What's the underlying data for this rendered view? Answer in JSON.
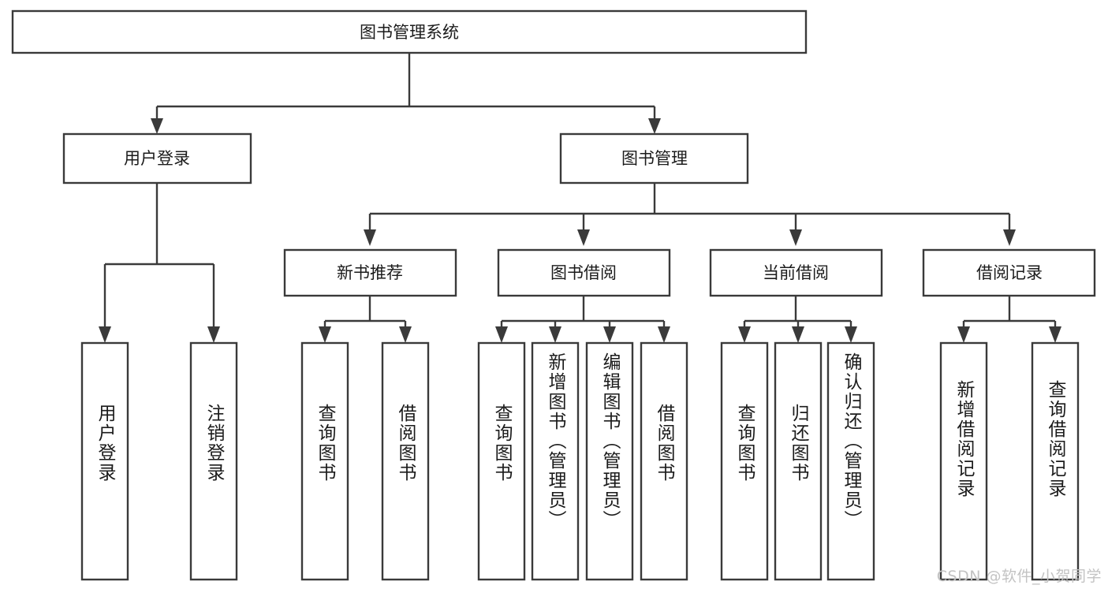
{
  "diagram": {
    "type": "tree-hierarchy",
    "title": "图书管理系统",
    "watermark": "CSDN @软件_小贺同学",
    "colors": {
      "stroke": "#3a3a3a",
      "fill": "#ffffff",
      "text": "#1b1b1b",
      "watermark": "#c3c3c3",
      "background": "#ffffff"
    },
    "levels": {
      "root": {
        "label": "图书管理系统"
      },
      "level2": [
        {
          "label": "用户登录"
        },
        {
          "label": "图书管理"
        }
      ],
      "level3": [
        {
          "label": "新书推荐"
        },
        {
          "label": "图书借阅"
        },
        {
          "label": "当前借阅"
        },
        {
          "label": "借阅记录"
        }
      ],
      "leaves": [
        {
          "label": "用户登录",
          "parent": "用户登录"
        },
        {
          "label": "注销登录",
          "parent": "用户登录"
        },
        {
          "label": "查询图书",
          "parent": "新书推荐"
        },
        {
          "label": "借阅图书",
          "parent": "新书推荐"
        },
        {
          "label": "查询图书",
          "parent": "图书借阅"
        },
        {
          "label": "新增图书（管理员）",
          "parent": "图书借阅"
        },
        {
          "label": "编辑图书（管理员）",
          "parent": "图书借阅"
        },
        {
          "label": "借阅图书",
          "parent": "图书借阅"
        },
        {
          "label": "查询图书",
          "parent": "当前借阅"
        },
        {
          "label": "归还图书",
          "parent": "当前借阅"
        },
        {
          "label": "确认归还（管理员）",
          "parent": "当前借阅"
        },
        {
          "label": "新增借阅记录",
          "parent": "借阅记录"
        },
        {
          "label": "查询借阅记录",
          "parent": "借阅记录"
        }
      ]
    }
  }
}
